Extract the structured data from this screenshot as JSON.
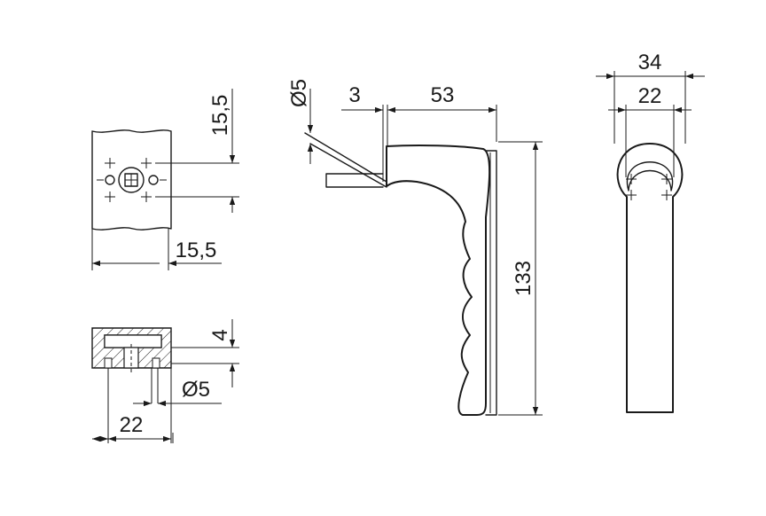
{
  "dimensions": {
    "top_left_height": "15,5",
    "top_left_width": "15,5",
    "section_depth": "4",
    "section_hole": "Ø5",
    "section_width": "22",
    "side_spindle": "Ø5",
    "side_offset": "3",
    "side_projection": "53",
    "side_height": "133",
    "front_outer_width": "34",
    "front_inner_width": "22"
  },
  "colors": {
    "line": "#1a1a1a",
    "background": "#ffffff"
  }
}
